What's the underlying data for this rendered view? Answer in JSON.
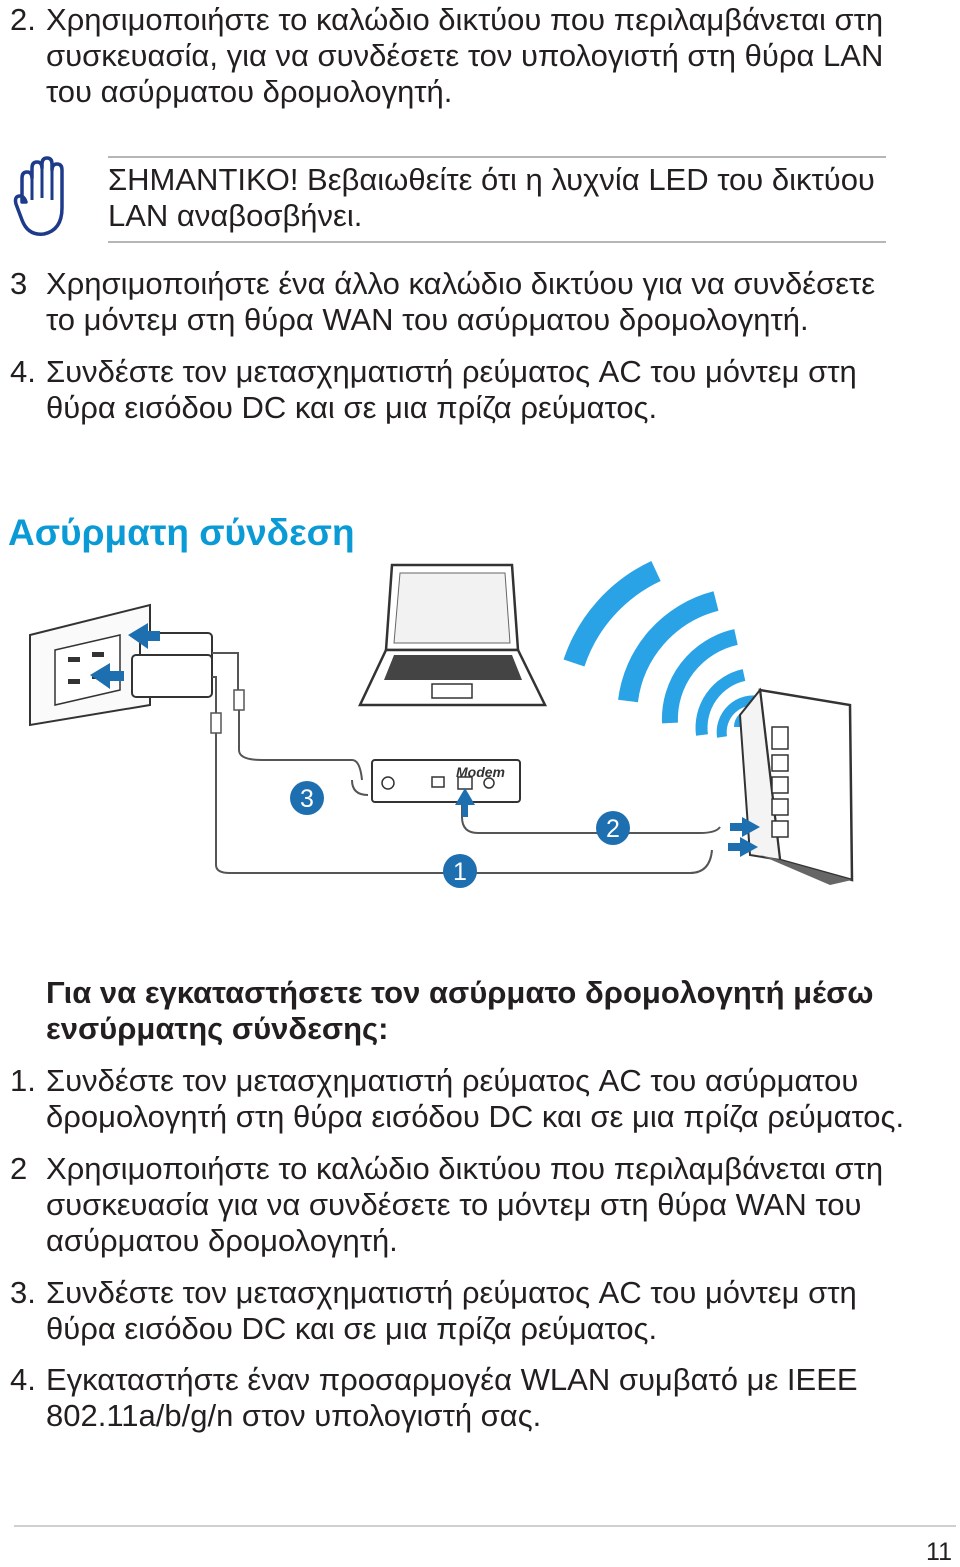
{
  "top_steps": [
    {
      "num": "2.",
      "text": "Χρησιμοποιήστε το καλώδιο δικτύου που περιλαμβάνεται στη συσκευασία, για να συνδέσετε τον υπολογιστή στη θύρα LAN του ασύρματου δρομολογητή."
    },
    {
      "num": "3",
      "text": "Χρησιμοποιήστε ένα άλλο καλώδιο δικτύου για να συνδέσετε το μόντεμ στη θύρα WAN του ασύρματου δρομολογητή."
    },
    {
      "num": "4.",
      "text": "Συνδέστε τον μετασχηματιστή ρεύματος AC του μόντεμ στη θύρα εισόδου DC και σε μια πρίζα ρεύματος."
    }
  ],
  "note": {
    "icon": "hand-stop-icon",
    "text": "ΣΗΜΑΝΤΙΚΟ! Βεβαιωθείτε ότι η λυχνία LED του δικτύου LAN αναβοσβήνει."
  },
  "section_title": "Ασύρματη σύνδεση",
  "diagram": {
    "modem_label": "Modem",
    "callouts": [
      "3",
      "2",
      "1"
    ],
    "accent_color": "#1e6fb0",
    "wave_color": "#2aa3e6"
  },
  "subheading": "Για να εγκαταστήσετε τον ασύρματο δρομολογητή μέσω ενσύρματης σύνδεσης:",
  "bottom_steps": [
    {
      "num": "1.",
      "text": "Συνδέστε τον μετασχηματιστή ρεύματος AC του ασύρματου δρομολογητή στη θύρα εισόδου DC και σε μια πρίζα ρεύματος."
    },
    {
      "num": "2",
      "text": "Χρησιμοποιήστε το καλώδιο δικτύου που περιλαμβάνεται στη συσκευασία για να συνδέσετε το μόντεμ στη θύρα WAN του ασύρματου δρομολογητή."
    },
    {
      "num": "3.",
      "text": "Συνδέστε τον μετασχηματιστή ρεύματος AC του μόντεμ στη θύρα εισόδου DC και σε μια πρίζα ρεύματος."
    },
    {
      "num": "4.",
      "text": "Εγκαταστήστε έναν προσαρμογέα WLAN συμβατό με IEEE 802.11a/b/g/n στον υπολογιστή σας."
    }
  ],
  "page_number": "11"
}
